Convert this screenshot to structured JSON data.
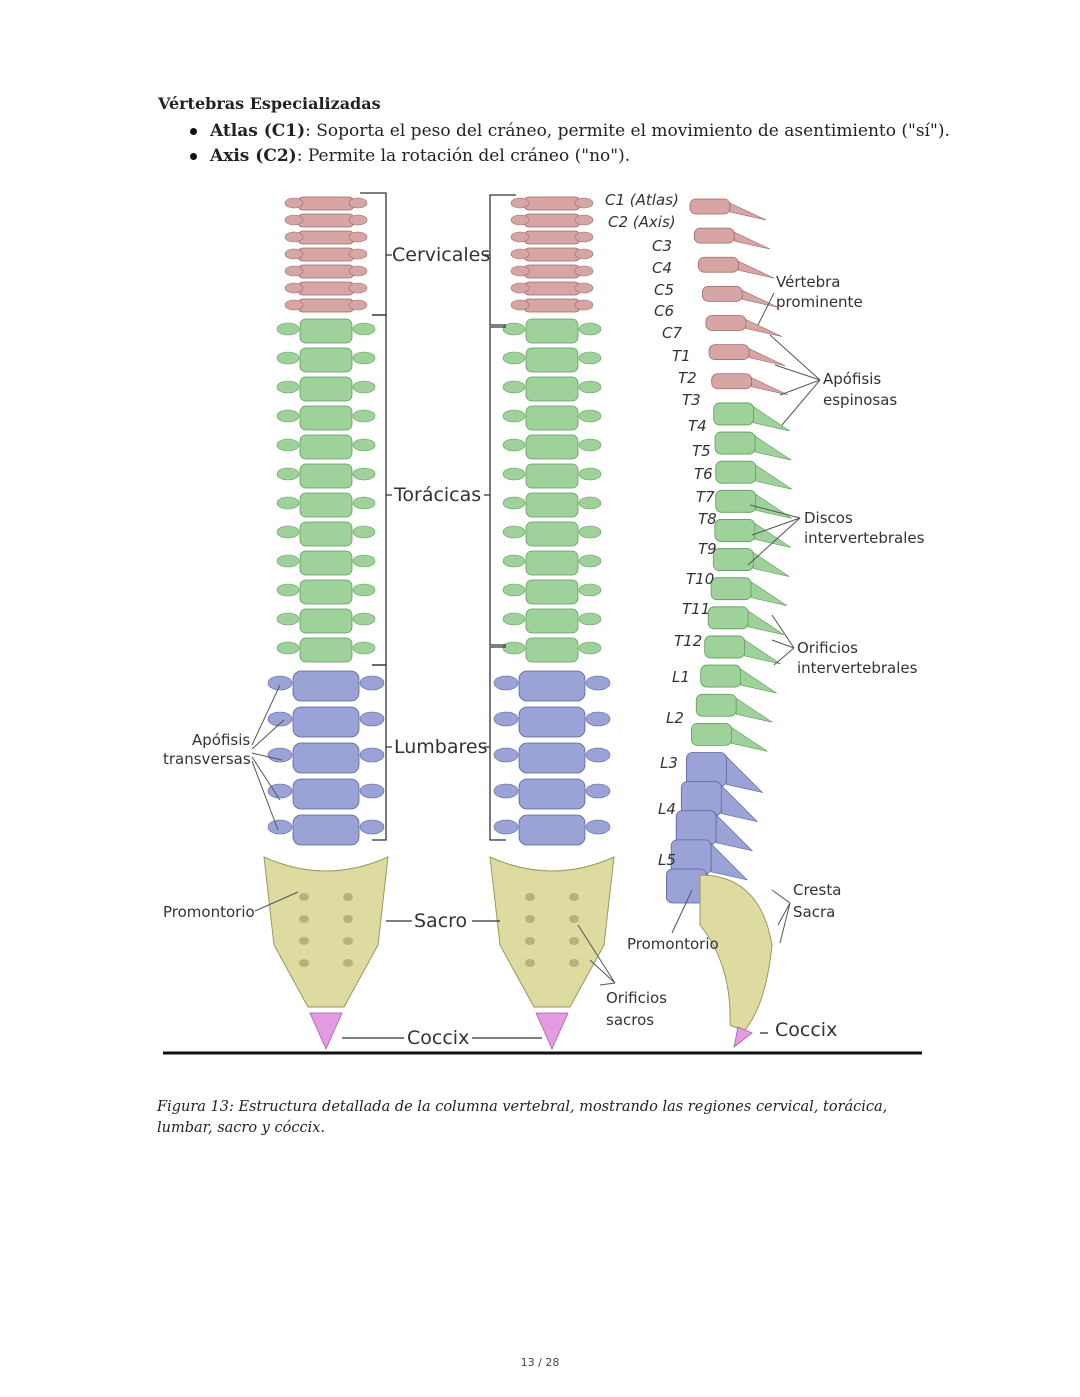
{
  "section_heading": "Vértebras Especializadas",
  "bullets": [
    {
      "term": "Atlas (C1)",
      "text": ": Soporta el peso del cráneo, permite el movimiento de asentimiento (\"sí\")."
    },
    {
      "term": "Axis (C2)",
      "text": ": Permite la rotación del cráneo (\"no\")."
    }
  ],
  "figure": {
    "colors": {
      "cervical": "#d8a5a5",
      "thoracic": "#9fd29a",
      "lumbar": "#9aa2d6",
      "sacrum": "#dedba0",
      "coccyx": "#e59be0",
      "label_region": "#b5513c",
      "label_blue": "#4a57b5",
      "label_green": "#3f8a3f"
    },
    "region_labels": {
      "cervicales": "Cervicales",
      "toracicas": "Torácicas",
      "lumbares": "Lumbares",
      "sacro": "Sacro",
      "coccix": "Coccix",
      "coccix_lateral": "Coccix"
    },
    "left_annotations": {
      "apofisis_transversas_1": "Apófisis",
      "apofisis_transversas_2": "transversas",
      "promontorio": "Promontorio"
    },
    "middle_annotations": {
      "orificios_sacros_1": "Orificios",
      "orificios_sacros_2": "sacros",
      "promontorio": "Promontorio"
    },
    "vertebra_labels": [
      "C1 (Atlas)",
      "C2 (Axis)",
      "C3",
      "C4",
      "C5",
      "C6",
      "C7",
      "T1",
      "T2",
      "T3",
      "T4",
      "T5",
      "T6",
      "T7",
      "T8",
      "T9",
      "T10",
      "T11",
      "T12",
      "L1",
      "L2",
      "L3",
      "L4",
      "L5"
    ],
    "right_annotations": {
      "vertebra_prominente_1": "Vértebra",
      "vertebra_prominente_2": "prominente",
      "apofisis_espinosas_1": "Apófisis",
      "apofisis_espinosas_2": "espinosas",
      "discos_1": "Discos",
      "discos_2": "intervertebrales",
      "orificios_int_1": "Orificios",
      "orificios_int_2": "intervertebrales",
      "cresta_1": "Cresta",
      "cresta_2": "Sacra"
    }
  },
  "caption": "Figura 13: Estructura detallada de la columna vertebral, mostrando las regiones cervical, torácica, lumbar, sacro y cóccix.",
  "page_number": "13 / 28"
}
